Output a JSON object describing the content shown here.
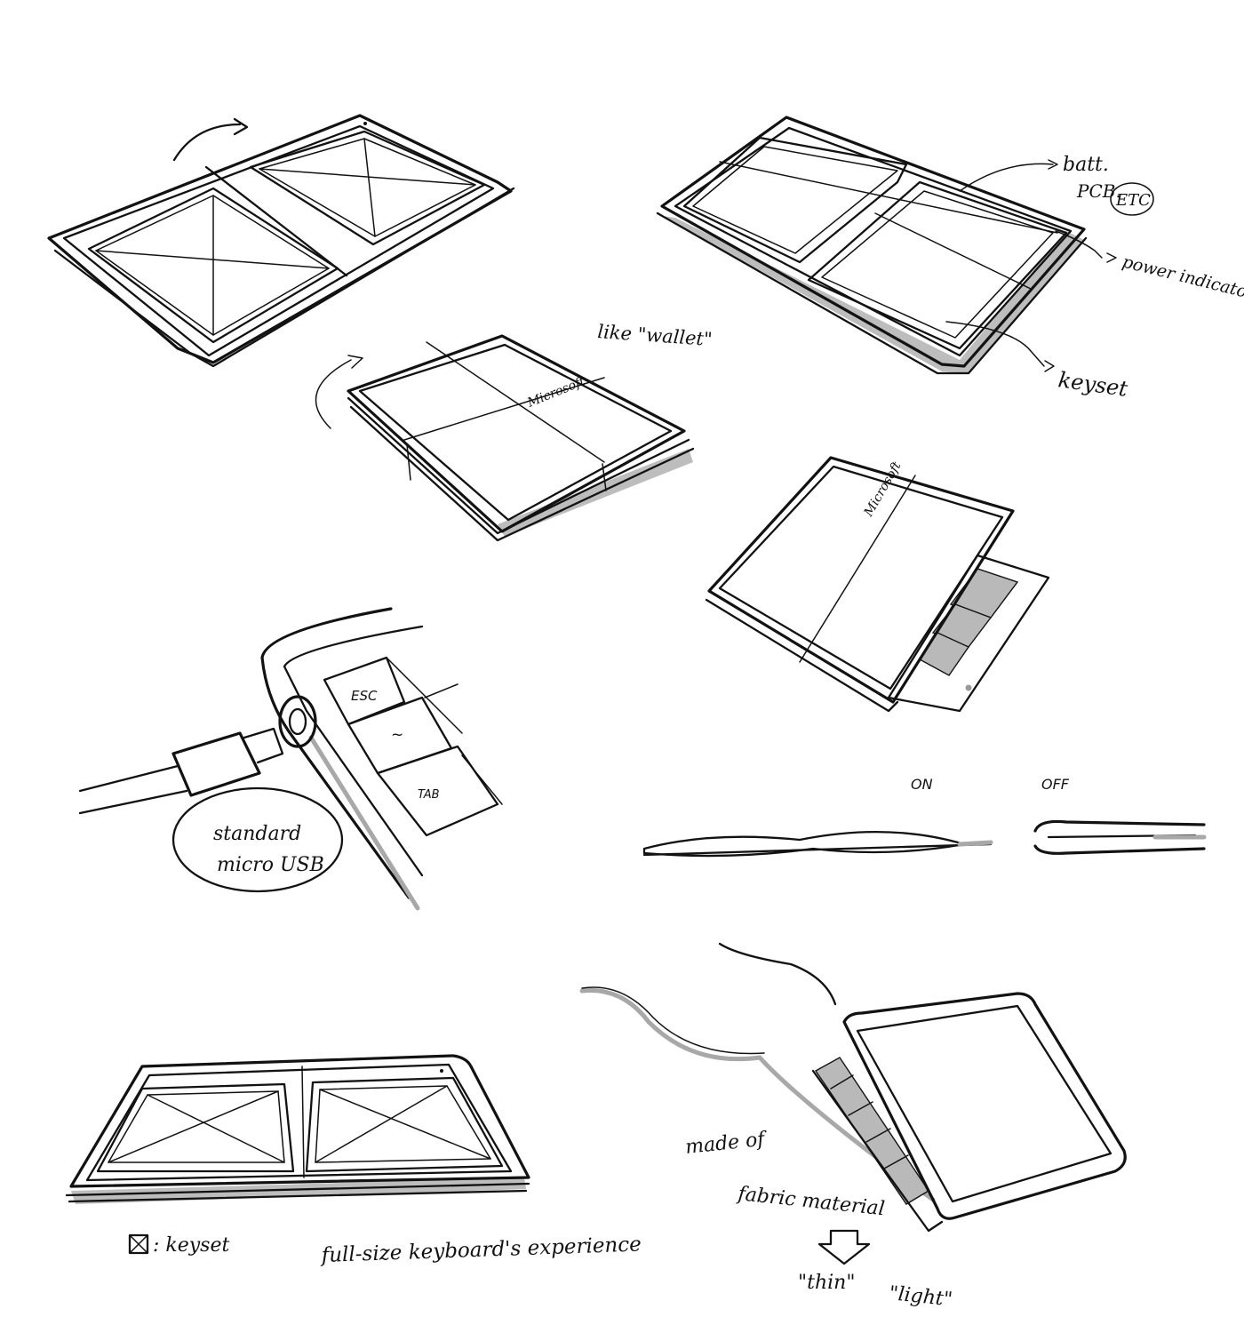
{
  "annotations": {
    "like_wallet": "like \"wallet\"",
    "batt": "batt.",
    "pcb": "PCB.",
    "etc": "ETC",
    "power_indicator": "power indicator",
    "keyset": "keyset",
    "standard": "standard",
    "micro_usb": "micro USB",
    "on": "ON",
    "off": "OFF",
    "made_of": "made of",
    "fabric_material": "fabric material",
    "thin": "\"thin\"",
    "light": "\"light\"",
    "legend_keyset": ": keyset",
    "full_size": "full-size keyboard's experience"
  },
  "keys": {
    "esc": "ESC",
    "tilde": "~",
    "tab": "TAB"
  },
  "branding": {
    "logo": "Microsoft"
  }
}
